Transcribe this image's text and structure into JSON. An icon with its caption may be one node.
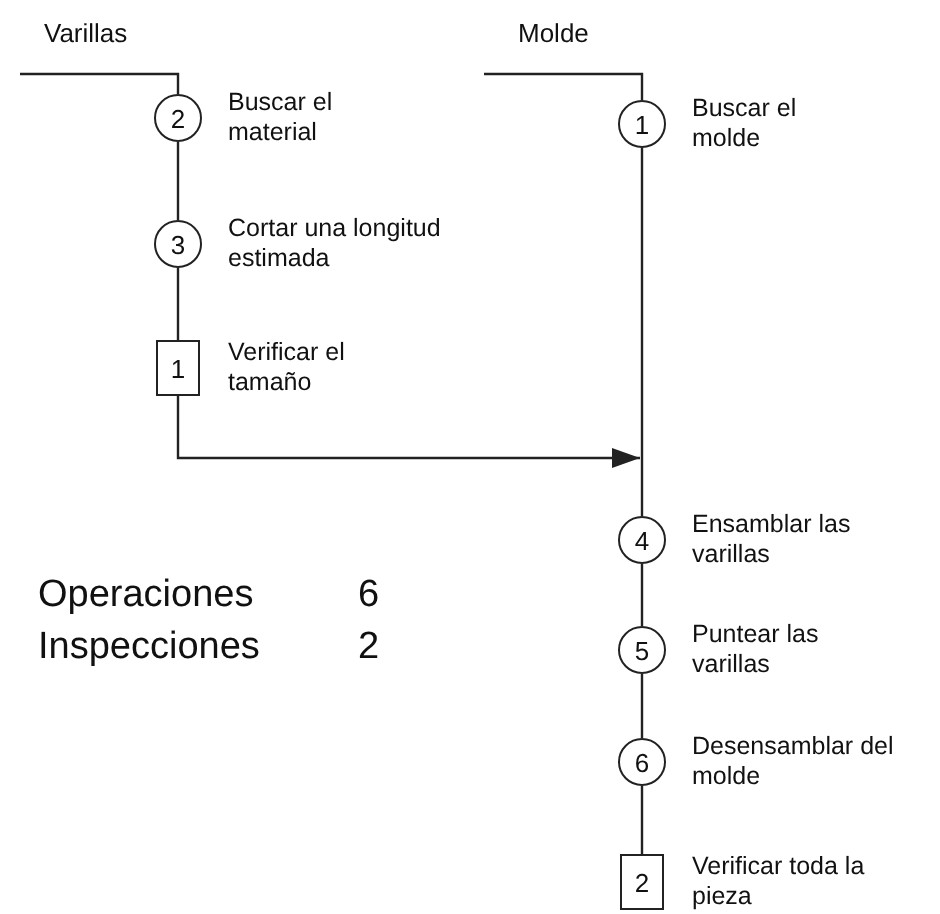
{
  "diagram": {
    "nodes": [
      {
        "text": [
          "Varillas"
        ]
      },
      {
        "text": [
          "2"
        ],
        "beside": [
          "Buscar el material"
        ]
      },
      {
        "text": [
          "3"
        ],
        "beside": [
          "Cortar una longitud estimada"
        ]
      },
      {
        "text": [
          "1"
        ],
        "beside": [
          "Verificar el tamaño"
        ]
      },
      {
        "text": [
          "Molde"
        ]
      },
      {
        "text": [
          "1"
        ],
        "beside": [
          "Buscar el molde"
        ]
      },
      {
        "text": [
          "4"
        ],
        "beside": [
          "Ensamblar las varillas"
        ]
      },
      {
        "text": [
          "5"
        ],
        "beside": [
          "Puntear las varillas"
        ]
      },
      {
        "text": [
          "6"
        ],
        "beside": [
          "Desensamblar del molde"
        ]
      },
      {
        "text": [
          "2"
        ],
        "beside": [
          "Verificar toda la pieza"
        ]
      }
    ],
    "edges": [
      {
        "from": 0,
        "to": 1,
        "arrow": "none"
      },
      {
        "from": 1,
        "to": 2,
        "arrow": "none"
      },
      {
        "from": 2,
        "to": 3,
        "arrow": "none"
      },
      {
        "from": 4,
        "to": 5,
        "arrow": "none"
      },
      {
        "from": 5,
        "to": 6,
        "arrow": "none"
      },
      {
        "from": 3,
        "to": null,
        "arrow": "to"
      },
      {
        "from": 6,
        "to": 7,
        "arrow": "none"
      },
      {
        "from": 7,
        "to": 8,
        "arrow": "none"
      },
      {
        "from": 8,
        "to": 9,
        "arrow": "none"
      }
    ],
    "labels": [
      "Operaciones",
      "6",
      "Inspecciones",
      "2"
    ]
  }
}
